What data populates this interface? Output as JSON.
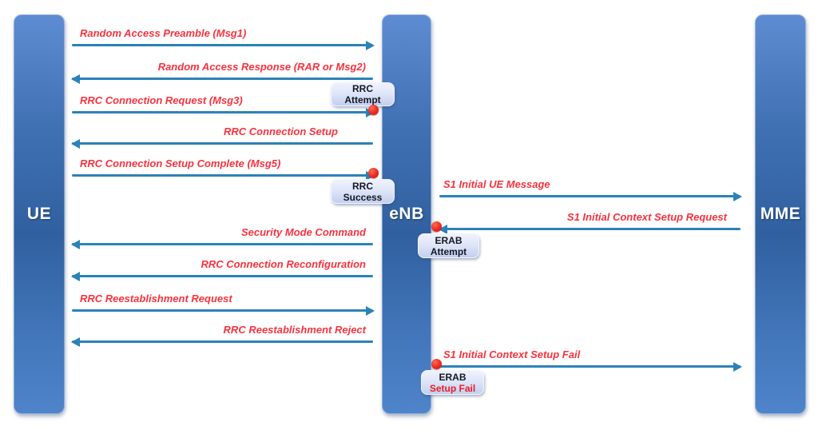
{
  "diagram": {
    "kind": "sequence-diagram",
    "lifelines": [
      {
        "id": "ue",
        "label": "UE"
      },
      {
        "id": "enb",
        "label": "eNB"
      },
      {
        "id": "mme",
        "label": "MME"
      }
    ],
    "messages": [
      {
        "label": "Random Access Preamble (Msg1)",
        "from": "UE",
        "to": "eNB",
        "marker": "none"
      },
      {
        "label": "Random Access Response (RAR or Msg2)",
        "from": "eNB",
        "to": "UE",
        "marker": "none"
      },
      {
        "label": "RRC Connection Request (Msg3)",
        "from": "UE",
        "to": "eNB",
        "marker": "red-dot"
      },
      {
        "label": "RRC Connection Setup",
        "from": "eNB",
        "to": "UE",
        "marker": "none"
      },
      {
        "label": "RRC Connection Setup Complete (Msg5)",
        "from": "UE",
        "to": "eNB",
        "marker": "red-dot"
      },
      {
        "label": "S1 Initial UE Message",
        "from": "eNB",
        "to": "MME",
        "marker": "none"
      },
      {
        "label": "S1 Initial Context Setup Request",
        "from": "MME",
        "to": "eNB",
        "marker": "red-dot"
      },
      {
        "label": "Security Mode Command",
        "from": "eNB",
        "to": "UE",
        "marker": "none"
      },
      {
        "label": "RRC Connection Reconfiguration",
        "from": "eNB",
        "to": "UE",
        "marker": "none"
      },
      {
        "label": "RRC Reestablishment Request",
        "from": "UE",
        "to": "eNB",
        "marker": "none"
      },
      {
        "label": "RRC Reestablishment Reject",
        "from": "eNB",
        "to": "UE",
        "marker": "none"
      },
      {
        "label": "S1 Initial Context Setup Fail",
        "from": "eNB",
        "to": "MME",
        "marker": "red-dot"
      }
    ],
    "badges": [
      {
        "id": "rrc-attempt",
        "line1": "RRC",
        "line2": "Attempt"
      },
      {
        "id": "rrc-success",
        "line1": "RRC",
        "line2": "Success"
      },
      {
        "id": "erab-attempt",
        "line1": "ERAB",
        "line2": "Attempt"
      },
      {
        "id": "erab-setup-fail",
        "line1": "ERAB",
        "line2": "Setup Fail"
      }
    ],
    "colors": {
      "arrow": "#2b82b8",
      "message_label": "#f8323e",
      "lifeline_light": "#5e8cd2",
      "lifeline_dark": "#30609f",
      "badge_bg_top": "#eef2fd",
      "badge_bg_bottom": "#c2cfee",
      "badge_text": "#141824",
      "badge_fail_text": "#ee1c27",
      "event_dot": "#e02420",
      "background": "#ffffff"
    }
  }
}
